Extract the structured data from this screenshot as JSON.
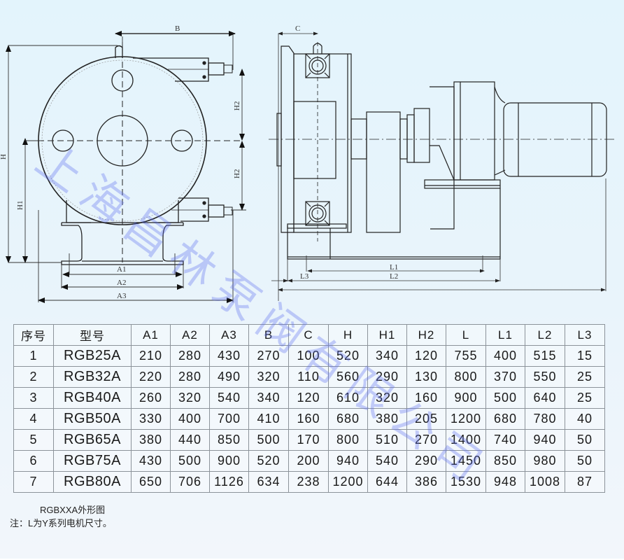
{
  "drawing": {
    "front_view_labels": {
      "B": "B",
      "H": "H",
      "H1": "H1",
      "H2_top": "H2",
      "H2_bottom": "H2",
      "A1": "A1",
      "A2": "A2",
      "A3": "A3"
    },
    "side_view_labels": {
      "C": "C",
      "L1": "L1",
      "L2": "L2",
      "L3": "L3"
    }
  },
  "watermark": "上海昌林泵阀有限公司",
  "table": {
    "headers": [
      "序号",
      "型号",
      "A1",
      "A2",
      "A3",
      "B",
      "C",
      "H",
      "H1",
      "H2",
      "L",
      "L1",
      "L2",
      "L3"
    ],
    "rows": [
      [
        "1",
        "RGB25A",
        "210",
        "280",
        "430",
        "270",
        "100",
        "520",
        "340",
        "120",
        "755",
        "400",
        "515",
        "15"
      ],
      [
        "2",
        "RGB32A",
        "220",
        "280",
        "490",
        "320",
        "110",
        "560",
        "290",
        "130",
        "800",
        "370",
        "550",
        "25"
      ],
      [
        "3",
        "RGB40A",
        "260",
        "320",
        "540",
        "340",
        "120",
        "610",
        "320",
        "160",
        "900",
        "500",
        "640",
        "25"
      ],
      [
        "4",
        "RGB50A",
        "330",
        "400",
        "700",
        "410",
        "160",
        "680",
        "380",
        "205",
        "1200",
        "680",
        "780",
        "40"
      ],
      [
        "5",
        "RGB65A",
        "380",
        "440",
        "850",
        "500",
        "170",
        "800",
        "510",
        "270",
        "1400",
        "740",
        "940",
        "50"
      ],
      [
        "6",
        "RGB75A",
        "430",
        "500",
        "900",
        "520",
        "200",
        "940",
        "540",
        "290",
        "1450",
        "850",
        "980",
        "50"
      ],
      [
        "7",
        "RGB80A",
        "650",
        "706",
        "1126",
        "634",
        "238",
        "1200",
        "644",
        "386",
        "1530",
        "948",
        "1008",
        "87"
      ]
    ]
  },
  "captions": {
    "figure_title": "RGBXXA外形图",
    "note": "注：L为Y系列电机尺寸。"
  },
  "colors": {
    "line": "#2a2a2a",
    "table_border": "#8c939a",
    "watermark": "#5a6ef0"
  }
}
